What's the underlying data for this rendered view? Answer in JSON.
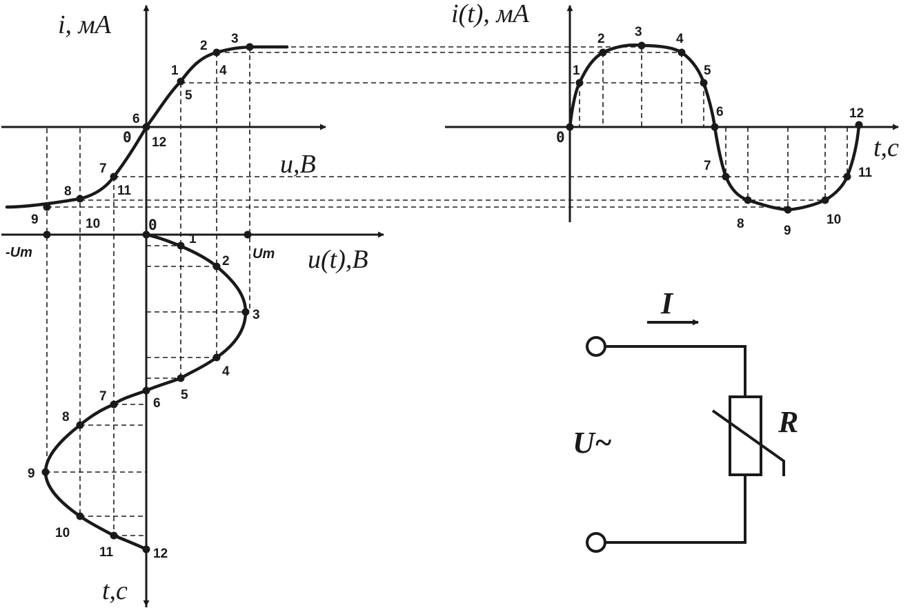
{
  "labels": {
    "i_axis": "i, мА",
    "u_axis": "u,В",
    "it_axis": "i(t), мА",
    "t_axis_right": "t,c",
    "ut_axis": "u(t),В",
    "t_axis_bottom": "t,c",
    "origin": "0",
    "minus_um": "-Um",
    "um": "Um"
  },
  "circuit": {
    "current": "I",
    "resistor": "R",
    "source": "U~"
  },
  "points": [
    "1",
    "2",
    "3",
    "4",
    "5",
    "6",
    "7",
    "8",
    "9",
    "10",
    "11",
    "12"
  ],
  "colors": {
    "ink": "#1a1a1a",
    "background": "#ffffff"
  }
}
